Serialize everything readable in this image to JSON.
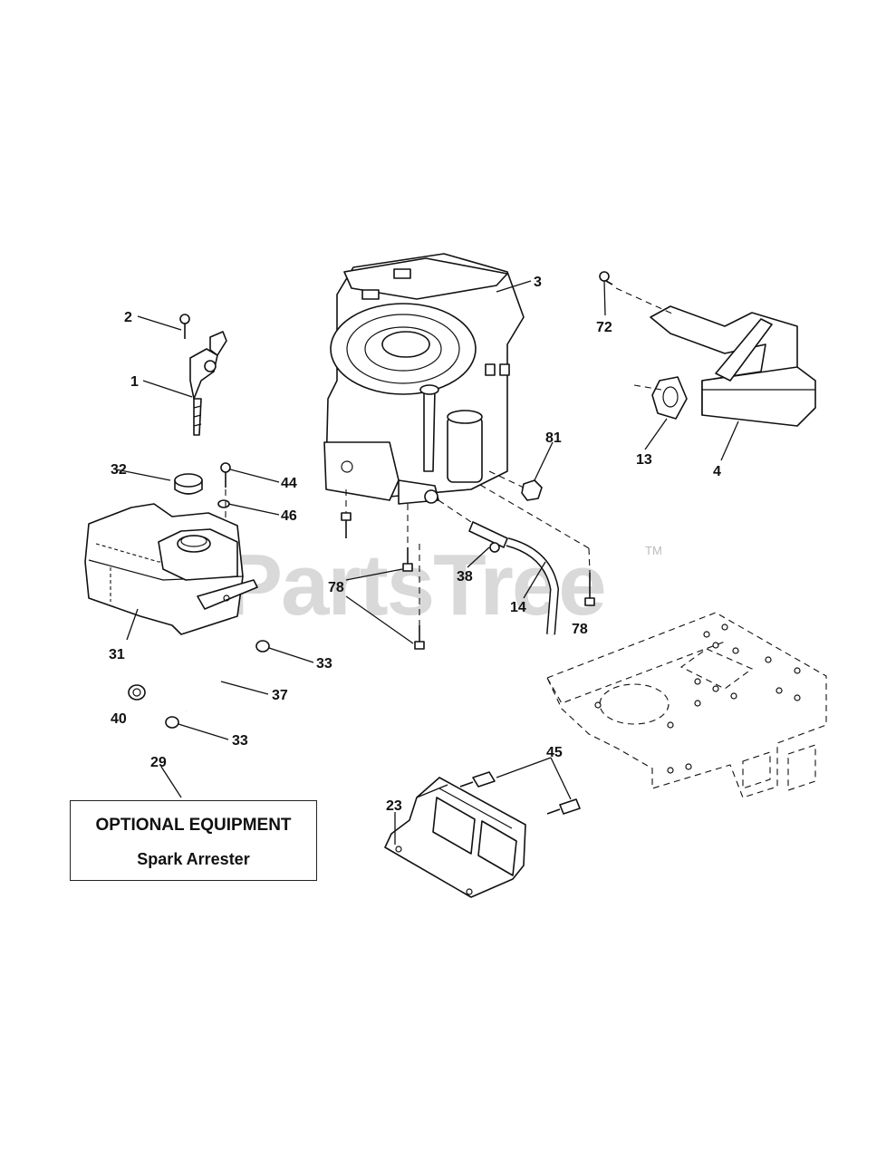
{
  "watermark": {
    "text": "PartsTree",
    "tm": "TM"
  },
  "optional_box": {
    "title": "OPTIONAL EQUIPMENT",
    "subtitle": "Spark Arrester"
  },
  "callouts": {
    "c1": "1",
    "c2": "2",
    "c3": "3",
    "c4": "4",
    "c13": "13",
    "c14": "14",
    "c23": "23",
    "c29": "29",
    "c31": "31",
    "c32": "32",
    "c33a": "33",
    "c33b": "33",
    "c37": "37",
    "c38": "38",
    "c40": "40",
    "c44": "44",
    "c45": "45",
    "c46": "46",
    "c72": "72",
    "c78a": "78",
    "c78b": "78",
    "c81": "81"
  }
}
